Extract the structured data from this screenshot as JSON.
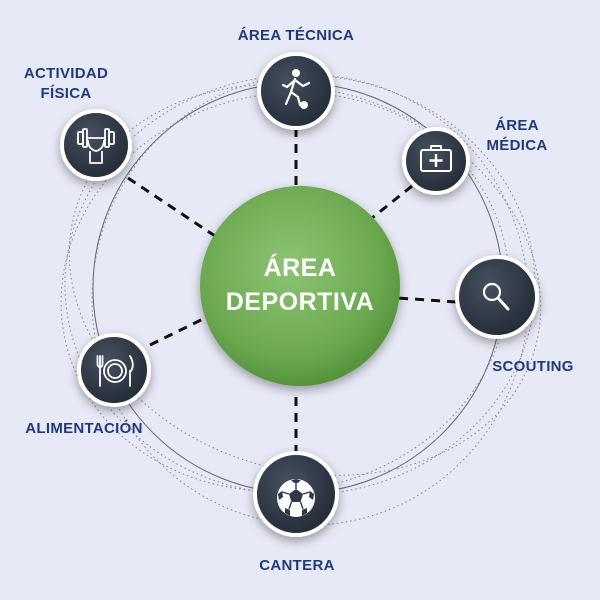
{
  "center": {
    "line1": "ÁREA",
    "line2": "DEPORTIVA",
    "color": "#6aa84f"
  },
  "colors": {
    "node_fill": "#2d3745",
    "node_ring": "#ffffff",
    "label": "#1f3b7a",
    "background": "#e8e9f6"
  },
  "nodes": [
    {
      "id": "tecnica",
      "label_lines": [
        "ÁREA TÉCNICA"
      ],
      "icon": "football-player-icon"
    },
    {
      "id": "medica",
      "label_lines": [
        "ÁREA",
        "MÉDICA"
      ],
      "icon": "first-aid-kit-icon"
    },
    {
      "id": "scouting",
      "label_lines": [
        "SCOUTING"
      ],
      "icon": "magnifier-icon"
    },
    {
      "id": "cantera",
      "label_lines": [
        "CANTERA"
      ],
      "icon": "soccer-ball-icon"
    },
    {
      "id": "alimentacion",
      "label_lines": [
        "ALIMENTACIÓN"
      ],
      "icon": "plate-cutlery-icon"
    },
    {
      "id": "actividad",
      "label_lines": [
        "ACTIVIDAD",
        "FÍSICA"
      ],
      "icon": "dumbbell-fist-icon"
    }
  ]
}
